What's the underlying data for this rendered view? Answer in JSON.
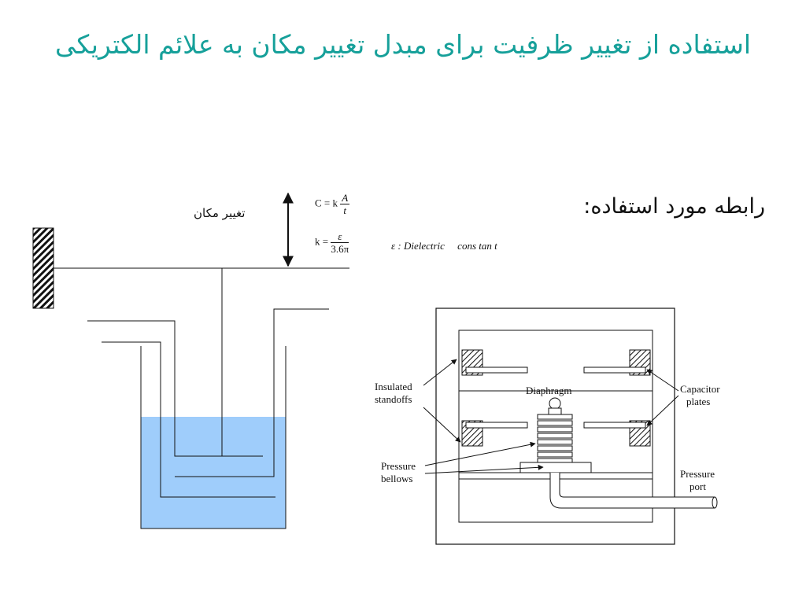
{
  "title": "استفاده از تغییر ظرفیت برای مبدل تغییر مکان به علائم الکتریکی",
  "relation_label": "رابطه مورد استفاده:",
  "displacement_label": "تغییر مکان",
  "equations": {
    "c_lhs": "C = k",
    "c_num": "A",
    "c_den": "t",
    "k_lhs": "k =",
    "k_num": "ε",
    "k_den": "3.6π",
    "epsilon_desc": "ε : Dielectric     cons tan t"
  },
  "sensor_labels": {
    "insulated_1": "Insulated",
    "insulated_2": "standoffs",
    "diaphragm": "Diaphragm",
    "capacitor_1": "Capacitor",
    "capacitor_2": "plates",
    "pressure_bellows_1": "Pressure",
    "pressure_bellows_2": "bellows",
    "pressure_port_1": "Pressure",
    "pressure_port_2": "port"
  },
  "colors": {
    "title": "#16a09a",
    "liquid": "#9fcdfb",
    "line": "#111111"
  }
}
